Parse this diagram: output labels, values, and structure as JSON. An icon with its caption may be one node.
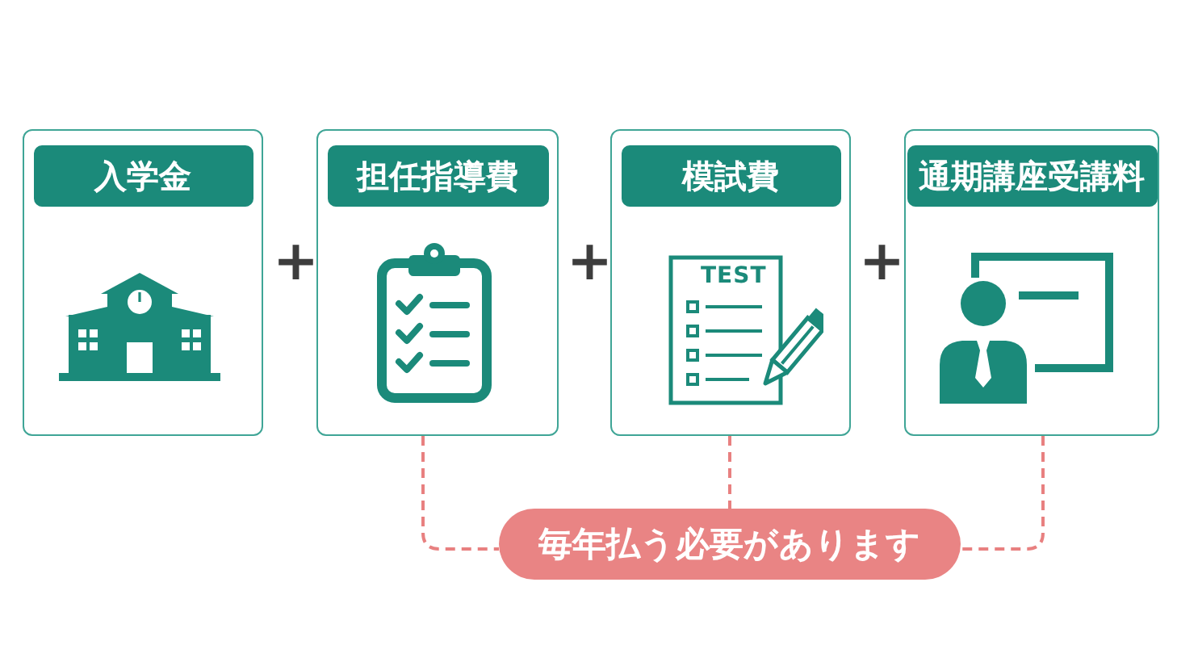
{
  "diagram": {
    "nodes": [
      {
        "text": [
          "入学金"
        ]
      },
      {
        "text": [
          "担任指導費"
        ]
      },
      {
        "text": [
          "模試費"
        ]
      },
      {
        "text": [
          "通期講座受講料"
        ]
      },
      {
        "text": [
          "毎年払う必要があります"
        ]
      }
    ],
    "edges": [
      {
        "from": 1,
        "to": 4,
        "arrow": "none",
        "style": "dashed",
        "color": "#e88080"
      },
      {
        "from": 2,
        "to": 4,
        "arrow": "none",
        "style": "dashed",
        "color": "#e88080"
      },
      {
        "from": 3,
        "to": 4,
        "arrow": "none",
        "style": "dashed",
        "color": "#e88080"
      }
    ],
    "labels": [
      "+",
      "+",
      "TEST",
      "+"
    ]
  }
}
